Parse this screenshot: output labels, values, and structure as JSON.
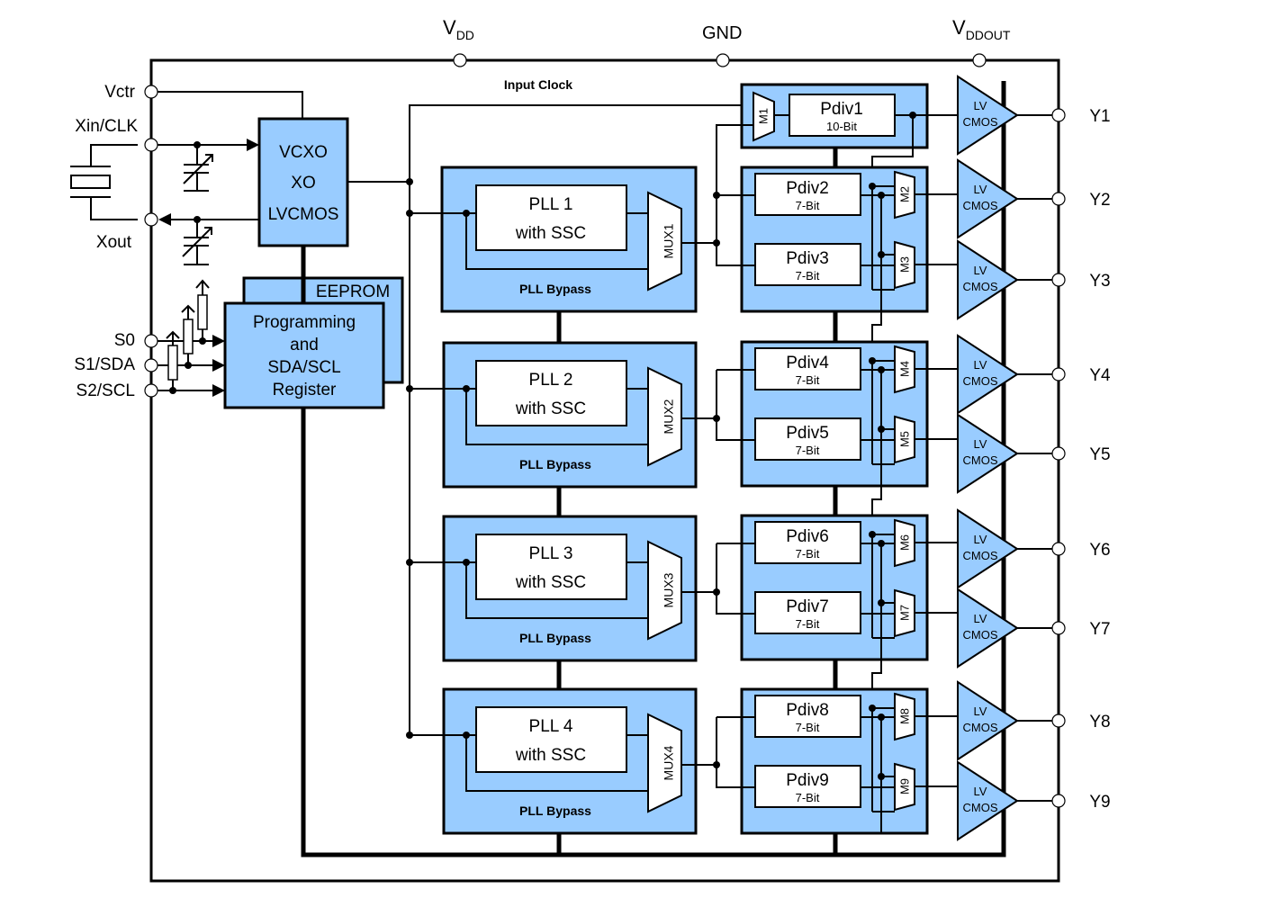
{
  "power_pins": {
    "vdd_main": "V",
    "vdd_sub": "DD",
    "gnd": "GND",
    "vddout_main": "V",
    "vddout_sub": "DDOUT"
  },
  "left_pins": {
    "vctr": "Vctr",
    "xin": "Xin/CLK",
    "xout": "Xout",
    "s0": "S0",
    "s1": "S1/SDA",
    "s2": "S2/SCL"
  },
  "osc": {
    "line1": "VCXO",
    "line2": "XO",
    "line3": "LVCMOS"
  },
  "prog": {
    "eeprom": "EEPROM",
    "line1": "Programming",
    "line2": "and",
    "line3": "SDA/SCL",
    "line4": "Register"
  },
  "input_clock_label": "Input Clock",
  "plls": [
    {
      "name": "PLL 1",
      "sub": "with SSC",
      "mux": "MUX1",
      "bypass": "PLL Bypass"
    },
    {
      "name": "PLL 2",
      "sub": "with SSC",
      "mux": "MUX2",
      "bypass": "PLL Bypass"
    },
    {
      "name": "PLL 3",
      "sub": "with SSC",
      "mux": "MUX3",
      "bypass": "PLL Bypass"
    },
    {
      "name": "PLL 4",
      "sub": "with SSC",
      "mux": "MUX4",
      "bypass": "PLL Bypass"
    }
  ],
  "dividers": [
    {
      "name": "Pdiv1",
      "bits": "10-Bit",
      "mux": "M1"
    },
    {
      "name": "Pdiv2",
      "bits": "7-Bit",
      "mux": "M2"
    },
    {
      "name": "Pdiv3",
      "bits": "7-Bit",
      "mux": "M3"
    },
    {
      "name": "Pdiv4",
      "bits": "7-Bit",
      "mux": "M4"
    },
    {
      "name": "Pdiv5",
      "bits": "7-Bit",
      "mux": "M5"
    },
    {
      "name": "Pdiv6",
      "bits": "7-Bit",
      "mux": "M6"
    },
    {
      "name": "Pdiv7",
      "bits": "7-Bit",
      "mux": "M7"
    },
    {
      "name": "Pdiv8",
      "bits": "7-Bit",
      "mux": "M8"
    },
    {
      "name": "Pdiv9",
      "bits": "7-Bit",
      "mux": "M9"
    }
  ],
  "buffers": {
    "line1": "LV",
    "line2": "CMOS"
  },
  "outputs": [
    "Y1",
    "Y2",
    "Y3",
    "Y4",
    "Y5",
    "Y6",
    "Y7",
    "Y8",
    "Y9"
  ]
}
